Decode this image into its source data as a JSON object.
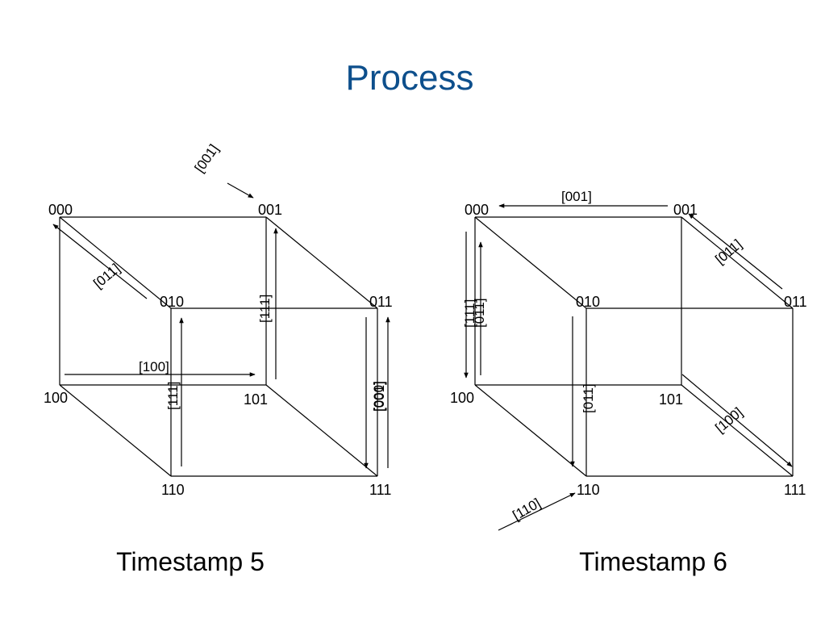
{
  "title": "Process",
  "nodes": [
    "000",
    "001",
    "010",
    "011",
    "100",
    "101",
    "110",
    "111"
  ],
  "diagram_left": {
    "caption": "Timestamp 5",
    "nodes": {
      "n000": "000",
      "n001": "001",
      "n010": "010",
      "n011": "011",
      "n100": "100",
      "n101": "101",
      "n110": "110",
      "n111": "111"
    },
    "messages": {
      "m001_incoming": "[001]",
      "m011_010_to_000": "[011]",
      "m111_101_to_001": "[111]",
      "m100_100_to_101": "[100]",
      "m111_110_to_010": "[111]",
      "m000_011_to_111": "[000]",
      "m001_111_to_011": "[001]"
    }
  },
  "diagram_right": {
    "caption": "Timestamp 6",
    "nodes": {
      "n000": "000",
      "n001": "001",
      "n010": "010",
      "n011": "011",
      "n100": "100",
      "n101": "101",
      "n110": "110",
      "n111": "111"
    },
    "messages": {
      "m001_001_to_000": "[001]",
      "m011_011_to_001": "[011]",
      "m111_000_to_100": "[111]",
      "m011_100_to_000": "[011]",
      "m011_010_to_110": "[011]",
      "m100_101_to_111": "[100]",
      "m110_incoming": "[110]"
    }
  },
  "colors": {
    "title": "#0d4f8c",
    "line": "#000000"
  }
}
